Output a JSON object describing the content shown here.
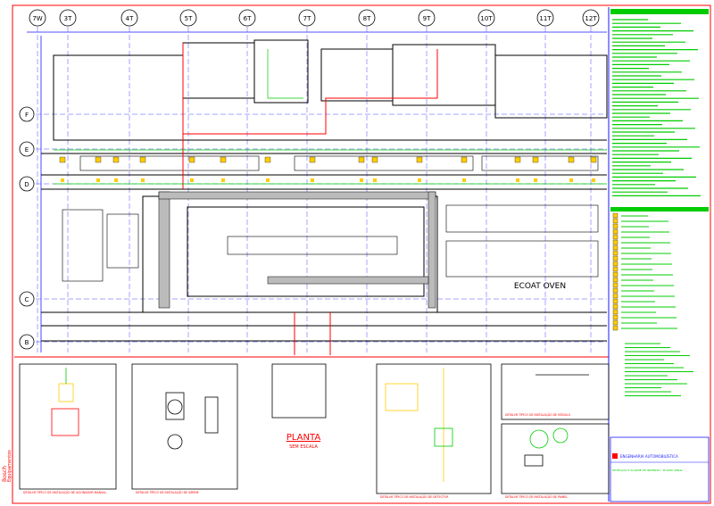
{
  "grid": {
    "columns": [
      "7W",
      "3T",
      "4T",
      "5T",
      "6T",
      "7T",
      "8T",
      "9T",
      "10T",
      "11T",
      "12T"
    ],
    "rows": [
      "F",
      "E",
      "D",
      "C",
      "B"
    ]
  },
  "plan": {
    "main_label": "PLANTA",
    "scale_label": "SEM ESCALA",
    "ecoat_label": "ECOAT OVEN"
  },
  "margin_tag": {
    "line1": "Bosch",
    "line2": "Equipamentos"
  },
  "title_block": {
    "company": "ENGENHARIA AUTOMOBILÍSTICA",
    "description": "DETECÇÃO E ALARME DE INCÊNDIO - PLANTA GERAL"
  },
  "detail_captions": [
    "DETALHE TÍPICO DE INSTALAÇÃO DE ACIONADOR MANUAL",
    "DETALHE TÍPICO DE INSTALAÇÃO DE SIRENE",
    "DETALHE TÍPICO DE INSTALAÇÃO DE DETECTOR",
    "DETALHE TÍPICO DE INSTALAÇÃO DE MÓDULO",
    "DETALHE TÍPICO DE INSTALAÇÃO DE PAINEL"
  ],
  "colors": {
    "grid": "#1a1aff",
    "walls": "#000000",
    "fire_line": "#ff0000",
    "devices": "#ffcc00",
    "notes": "#00cc00",
    "paper": "#ffffff"
  }
}
